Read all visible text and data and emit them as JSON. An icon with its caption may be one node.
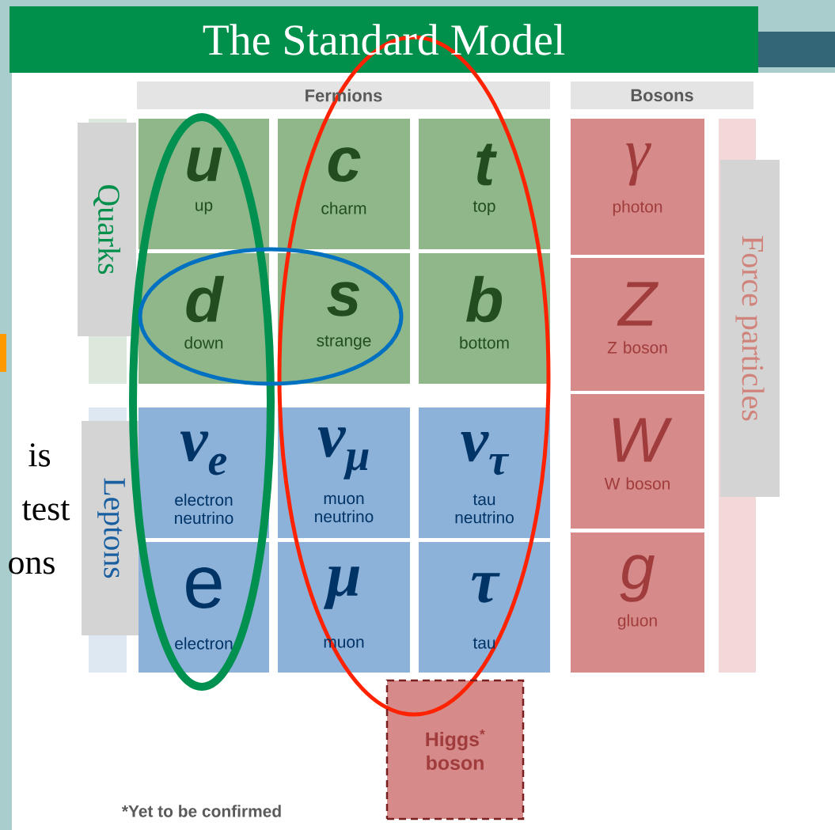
{
  "diagram": {
    "title": "The Standard Model",
    "nodes": [
      {
        "text": [
          "Fermions"
        ]
      },
      {
        "text": [
          "Bosons"
        ]
      },
      {
        "text": [
          "Quarks"
        ]
      },
      {
        "text": [
          "Leptons"
        ]
      },
      {
        "text": [
          "Force particles"
        ]
      },
      {
        "text": [
          "u",
          "up"
        ]
      },
      {
        "text": [
          "c",
          "charm"
        ]
      },
      {
        "text": [
          "t",
          "top"
        ]
      },
      {
        "text": [
          "d",
          "down"
        ]
      },
      {
        "text": [
          "s",
          "strange"
        ]
      },
      {
        "text": [
          "b",
          "bottom"
        ]
      },
      {
        "text": [
          "ν$_{e}$",
          "electron neutrino"
        ]
      },
      {
        "text": [
          "ν$_{μ}$",
          "muon neutrino"
        ]
      },
      {
        "text": [
          "ν$_{τ}$",
          "tau neutrino"
        ]
      },
      {
        "text": [
          "e",
          "electron"
        ]
      },
      {
        "text": [
          "μ",
          "muon"
        ]
      },
      {
        "text": [
          "τ",
          "tau"
        ]
      },
      {
        "text": [
          "γ",
          "photon"
        ]
      },
      {
        "text": [
          "Z",
          "Z boson"
        ]
      },
      {
        "text": [
          "W",
          "W boson"
        ]
      },
      {
        "text": [
          "g",
          "gluon"
        ]
      },
      {
        "text": [
          "Higgs$^{*}$ boson"
        ]
      }
    ],
    "labels": [
      "is",
      "test",
      "ons",
      "*Yet to be confirmed"
    ]
  }
}
